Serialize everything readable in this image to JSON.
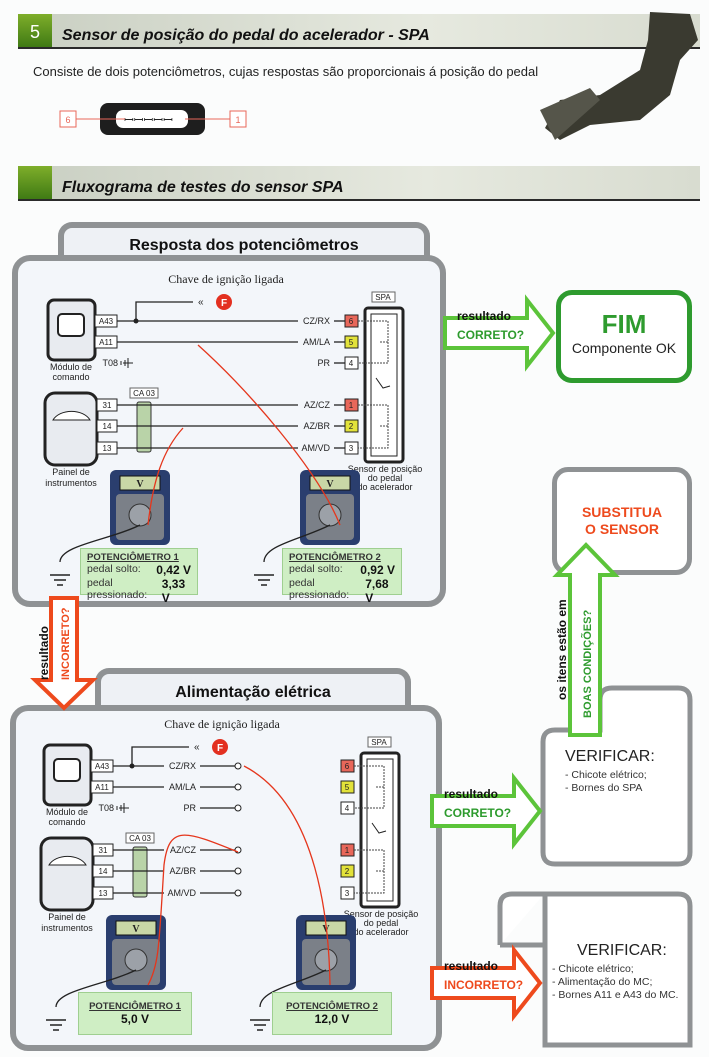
{
  "section1": {
    "number": "5",
    "title": "Sensor de posição do pedal do acelerador  - SPA",
    "description": "Consiste de dois potenciômetros, cujas respostas são proporcionais á posição do pedal",
    "connector": {
      "pin_left": "6",
      "pin_right": "1"
    }
  },
  "section2": {
    "title": "Fluxograma de testes do sensor SPA"
  },
  "panel1": {
    "title": "Resposta dos potenciômetros",
    "diagram": {
      "condition": "Chave de ignição ligada",
      "fuse": "F",
      "spa_label": "SPA",
      "module_pins": [
        "A43",
        "A11"
      ],
      "panel_pins": [
        "31",
        "14",
        "13"
      ],
      "splice": "CA 03",
      "ground_ref": "T08",
      "wires": [
        "CZ/RX",
        "AM/LA",
        "PR",
        "AZ/CZ",
        "AZ/BR",
        "AM/VD"
      ],
      "spa_pins": [
        "6",
        "5",
        "4",
        "1",
        "2",
        "3"
      ],
      "module_label": [
        "Módulo de",
        "comando"
      ],
      "panel_label": [
        "Painel de",
        "instrumentos"
      ],
      "sensor_label": [
        "Sensor de posição",
        "do pedal",
        "do acelerador"
      ],
      "meter_unit": "V"
    },
    "readings": [
      {
        "title": "POTENCIÔMETRO 1",
        "released_label": "pedal solto:",
        "released": "0,42 V",
        "pressed_label": "pedal pressionado:",
        "pressed": "3,33 V"
      },
      {
        "title": "POTENCIÔMETRO 2",
        "released_label": "pedal solto:",
        "released": "0,92 V",
        "pressed_label": "pedal pressionado:",
        "pressed": "7,68 V"
      }
    ]
  },
  "panel2": {
    "title": "Alimentação elétrica",
    "diagram": {
      "condition": "Chave de ignição ligada",
      "fuse": "F",
      "spa_label": "SPA",
      "module_pins": [
        "A43",
        "A11"
      ],
      "panel_pins": [
        "31",
        "14",
        "13"
      ],
      "splice": "CA 03",
      "ground_ref": "T08",
      "wires": [
        "CZ/RX",
        "AM/LA",
        "PR",
        "AZ/CZ",
        "AZ/BR",
        "AM/VD"
      ],
      "spa_pins": [
        "6",
        "5",
        "4",
        "1",
        "2",
        "3"
      ],
      "module_label": [
        "Módulo de",
        "comando"
      ],
      "panel_label": [
        "Painel de",
        "instrumentos"
      ],
      "sensor_label": [
        "Sensor de posição",
        "do pedal",
        "do acelerador"
      ],
      "meter_unit": "V"
    },
    "readings": [
      {
        "title": "POTENCIÔMETRO 1",
        "value": "5,0 V"
      },
      {
        "title": "POTENCIÔMETRO 2",
        "value": "12,0 V"
      }
    ]
  },
  "flow": {
    "arrow_ok_1": {
      "top": "resultado",
      "label": "CORRETO?"
    },
    "arrow_bad_1": {
      "top": "resultado",
      "label": "INCORRETO?"
    },
    "arrow_ok_2": {
      "top": "resultado",
      "label": "CORRETO?"
    },
    "arrow_bad_2": {
      "top": "resultado",
      "label": "INCORRETO?"
    },
    "arrow_good": {
      "top": "os itens estão em",
      "label": "BOAS CONDIÇÕES?"
    },
    "end": {
      "title": "FIM",
      "subtitle": "Componente OK"
    },
    "replace": {
      "lines": [
        "SUBSTITUA",
        "O SENSOR"
      ]
    },
    "check1": {
      "title": "VERIFICAR:",
      "items": [
        "- Chicote elétrico;",
        "- Bornes do SPA"
      ]
    },
    "check2": {
      "title": "VERIFICAR:",
      "items": [
        "- Chicote elétrico;",
        "- Alimentação do MC;",
        "- Bornes A11 e A43 do MC."
      ]
    }
  },
  "colors": {
    "green": "#2e9b2e",
    "arrow_green": "#5cc43a",
    "orange": "#ee4a1d",
    "pin_red": "#e8675a",
    "pin_yellow": "#e2e23a",
    "frame_gray": "#8f9294"
  }
}
